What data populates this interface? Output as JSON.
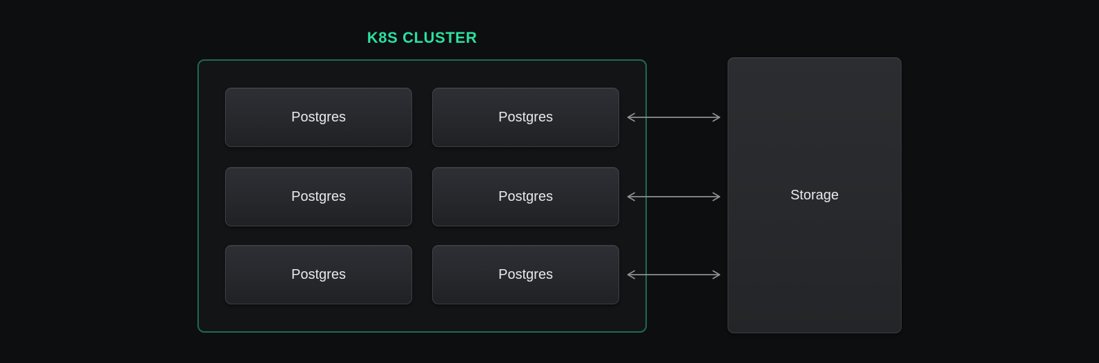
{
  "diagram": {
    "background_color": "#0d0e0f",
    "accent_green": "#2be0a0",
    "cluster_border_color": "#216a50",
    "arrow_color": "#8f9195"
  },
  "cluster": {
    "title": "K8S CLUSTER",
    "nodes": [
      {
        "label": "Postgres"
      },
      {
        "label": "Postgres"
      },
      {
        "label": "Postgres"
      },
      {
        "label": "Postgres"
      },
      {
        "label": "Postgres"
      },
      {
        "label": "Postgres"
      }
    ]
  },
  "storage": {
    "label": "Storage"
  },
  "connections": {
    "color": "#8f9195",
    "links": [
      {
        "from": "Postgres",
        "to": "Storage",
        "direction": "bidirectional"
      },
      {
        "from": "Postgres",
        "to": "Storage",
        "direction": "bidirectional"
      },
      {
        "from": "Postgres",
        "to": "Storage",
        "direction": "bidirectional"
      }
    ]
  }
}
